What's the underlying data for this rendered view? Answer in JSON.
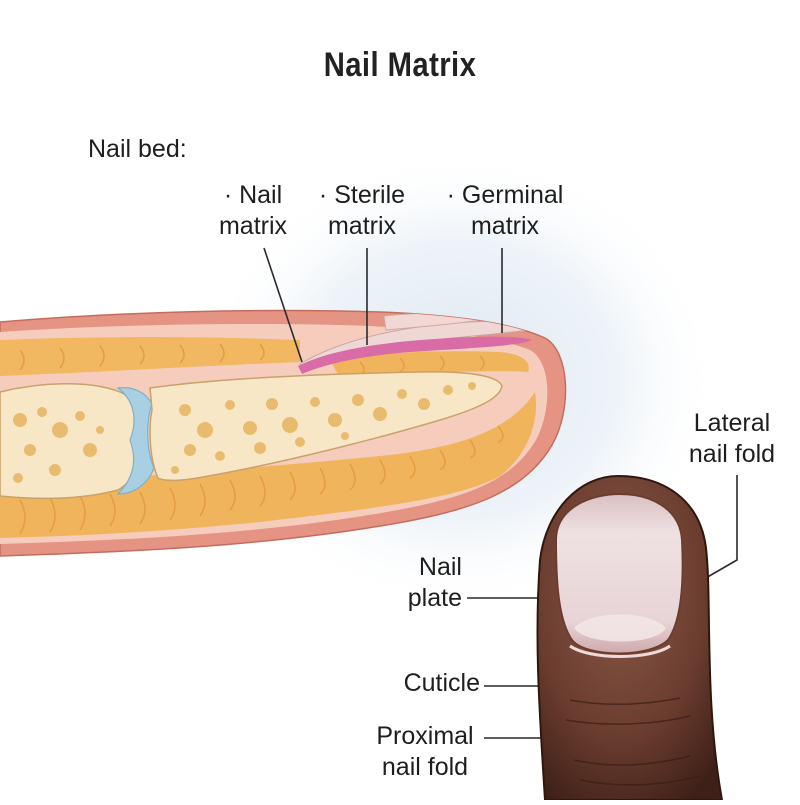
{
  "title": "Nail Matrix",
  "labels": {
    "nail_bed": "Nail bed:",
    "nail_matrix": [
      "· Nail",
      "matrix"
    ],
    "sterile_matrix": [
      "· Sterile",
      "matrix"
    ],
    "germinal_matrix": [
      "· Germinal",
      "matrix"
    ],
    "lateral_nail_fold": [
      "Lateral",
      "nail fold"
    ],
    "nail_plate": [
      "Nail",
      "plate"
    ],
    "cuticle": "Cuticle",
    "proximal_nail_fold": [
      "Proximal",
      "nail fold"
    ]
  },
  "colors": {
    "skin_outer": "#e59484",
    "skin_inner": "#f6cdbd",
    "fat": "#f0b55c",
    "bone": "#f8e7c6",
    "bone_spots": "#e8b766",
    "cartilage": "#a9cfe2",
    "nail_pink": "#d96ba6",
    "glow": "#dce8f2",
    "finger_dark": "#5a3226",
    "finger_mid": "#7a4a3a",
    "nail_light": "#e6d3d4"
  }
}
